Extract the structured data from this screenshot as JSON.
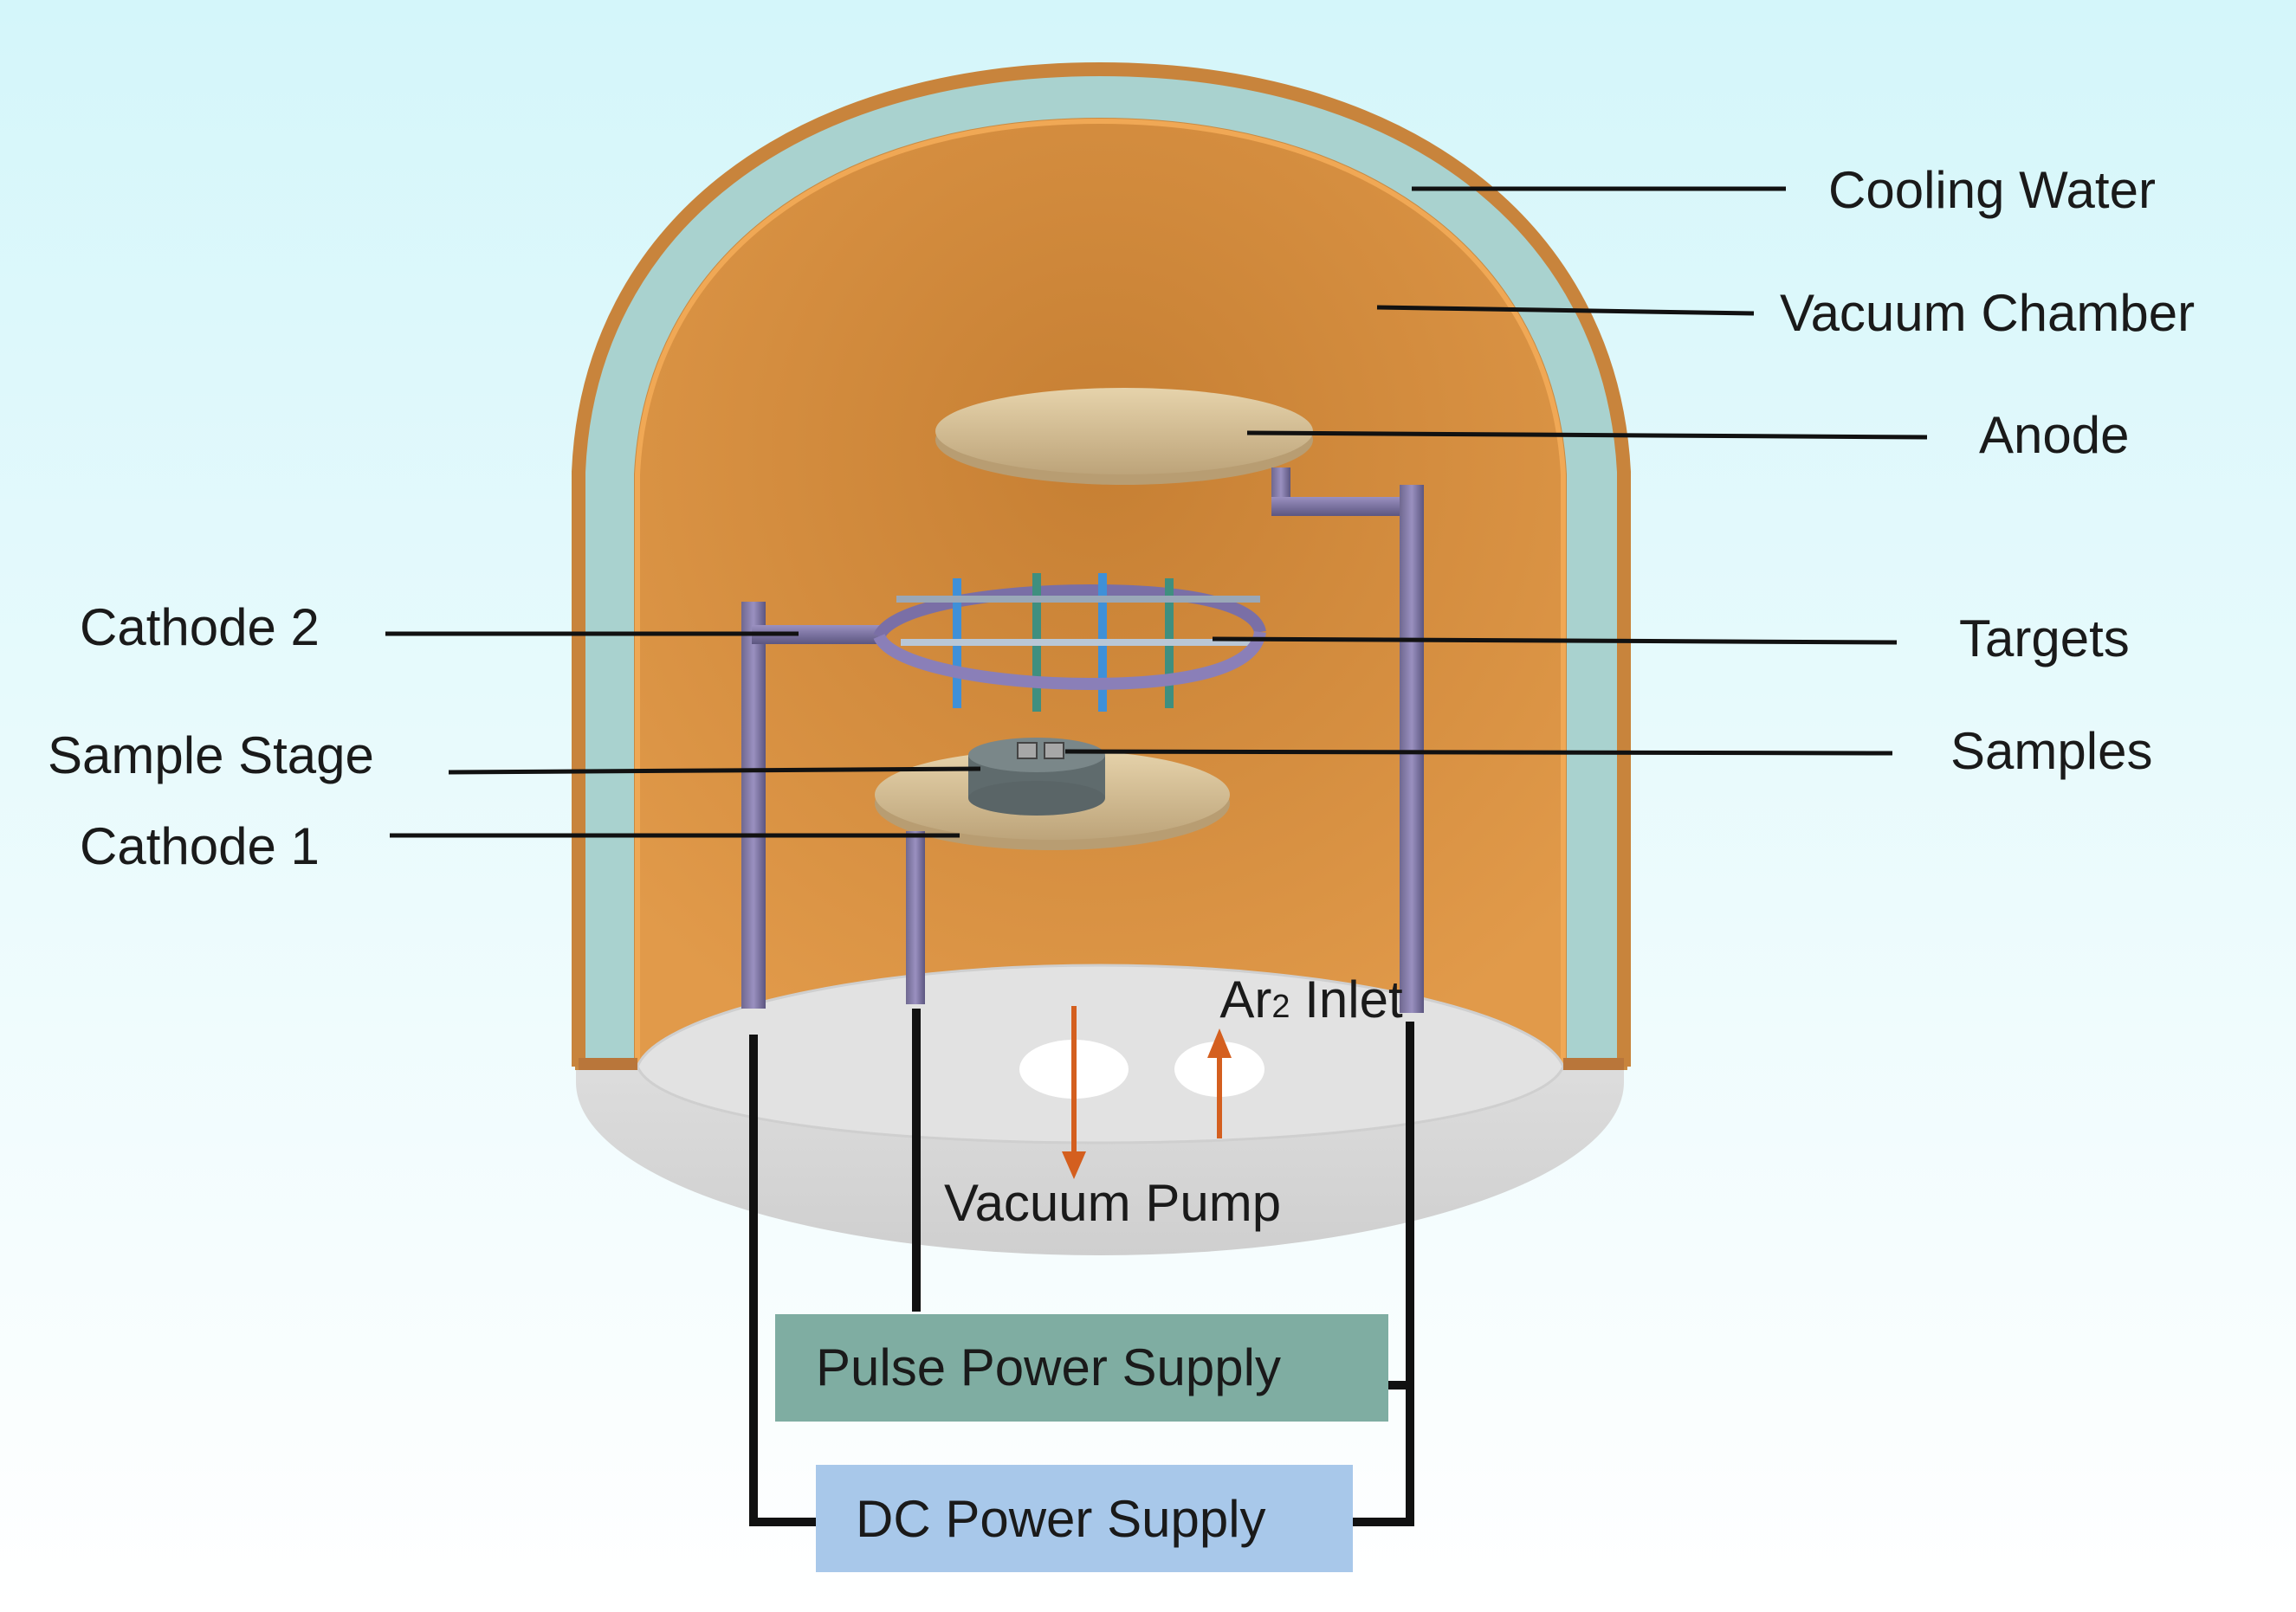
{
  "labels": {
    "cooling_water": "Cooling Water",
    "vacuum_chamber": "Vacuum Chamber",
    "anode": "Anode",
    "targets": "Targets",
    "samples": "Samples",
    "cathode_2": "Cathode 2",
    "sample_stage": "Sample Stage",
    "cathode_1": "Cathode 1",
    "ar_inlet_prefix": "Ar",
    "ar_inlet_sub": "2",
    "ar_inlet_suffix": " Inlet",
    "vacuum_pump": "Vacuum Pump",
    "pulse_power_supply": "Pulse Power Supply",
    "dc_power_supply": "DC Power Supply"
  },
  "colors": {
    "background_top": "#d4f6fa",
    "background_bottom": "#ffffff",
    "chamber_wall": "#d98c3c",
    "cooling_jacket": "#a9d2cf",
    "chamber_rim": "#b9763a",
    "base_floor": "#d9d9d9",
    "anode_disc": "#d8c49c",
    "rod": "#7b6f9c",
    "target_blue": "#3f90d8",
    "target_green": "#3f8f7f",
    "arrow": "#d45f1f",
    "pulse_box": "#7fada2",
    "dc_box": "#a8c8ea",
    "wire": "#111111"
  }
}
